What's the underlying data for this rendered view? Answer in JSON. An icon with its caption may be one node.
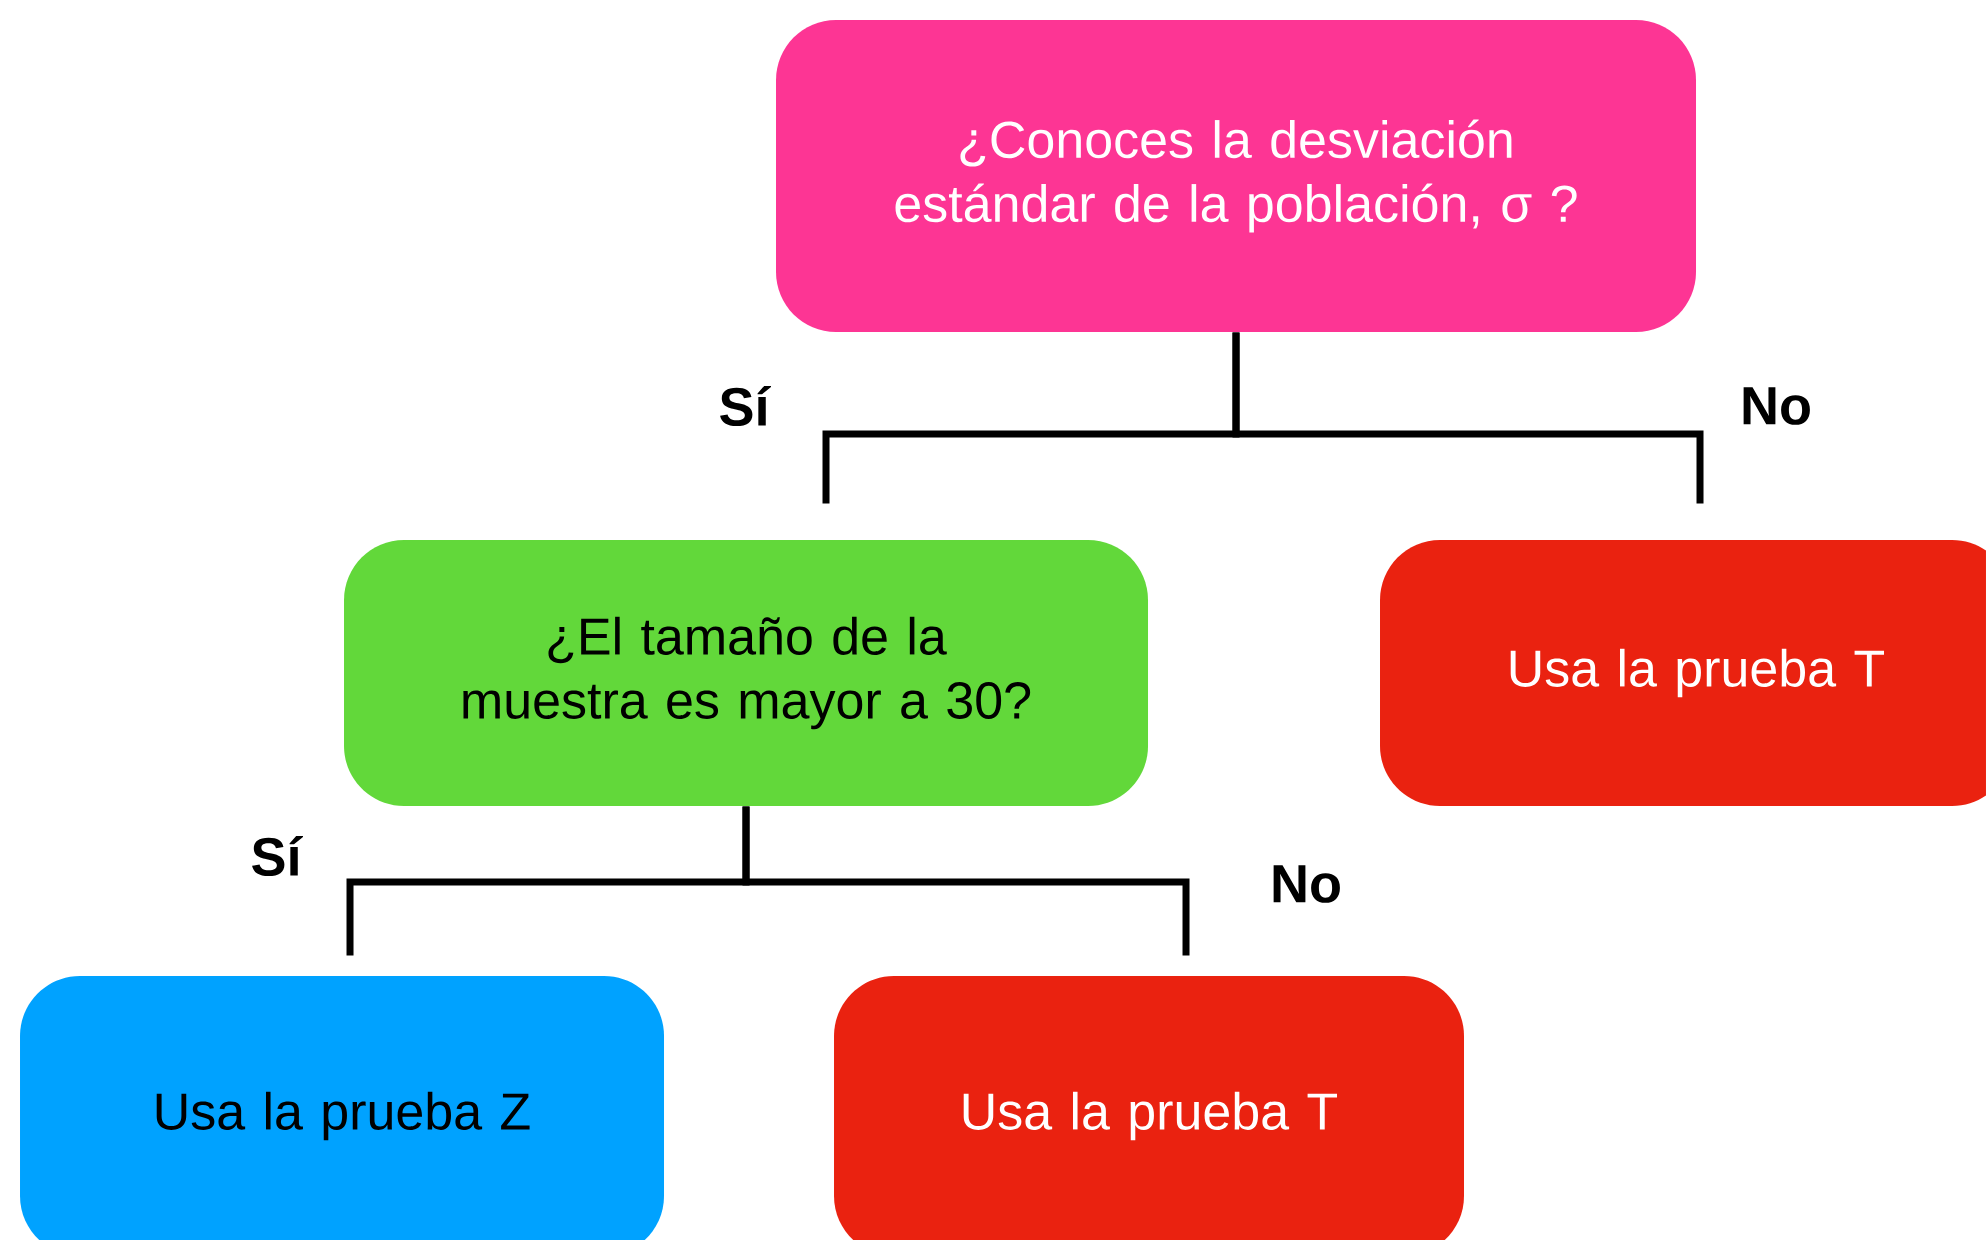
{
  "diagram": {
    "nodes": [
      {
        "text": [
          "¿Conoces la desviación estándar de la población, σ ?"
        ]
      },
      {
        "text": [
          "¿El tamaño de la muestra es mayor a 30?"
        ]
      },
      {
        "text": [
          "Usa la prueba T"
        ]
      },
      {
        "text": [
          "Usa la prueba Z"
        ]
      },
      {
        "text": [
          "Usa la prueba T"
        ]
      }
    ],
    "edges": [
      {
        "from": 0,
        "to": 1,
        "arrow": "none",
        "label": "Sí"
      },
      {
        "from": 0,
        "to": 2,
        "arrow": "none",
        "label": "No"
      },
      {
        "from": 1,
        "to": 3,
        "arrow": "none",
        "label": "Sí"
      },
      {
        "from": 1,
        "to": 4,
        "arrow": "none",
        "label": "No"
      }
    ]
  }
}
